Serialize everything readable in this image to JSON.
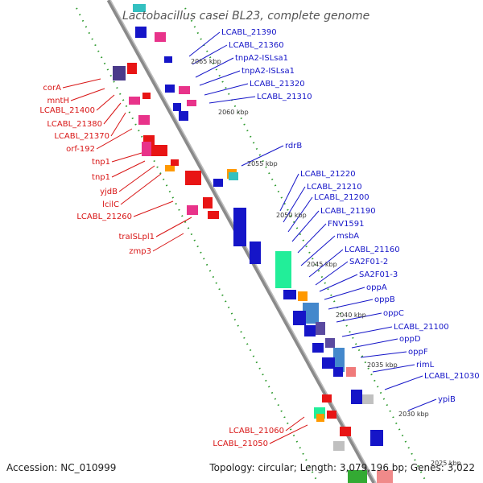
{
  "title": "Lactobacillus casei BL23, complete genome",
  "footer": {
    "accession": "Accession: NC_010999",
    "summary": "Topology: circular; Length: 3,079,196 bp; Genes: 3,022"
  },
  "colors": {
    "backbone": "#8a8a8a",
    "tick_dots": "#2e9a2e",
    "label_plus": "#1515c8",
    "label_minus": "#d81515"
  },
  "ticks": [
    "2065 kbp",
    "2060 kbp",
    "2055 kbp",
    "2050 kbp",
    "2045 kbp",
    "2040 kbp",
    "2035 kbp",
    "2030 kbp",
    "2025 kbp"
  ],
  "labels_plus": [
    "LCABL_21390",
    "LCABL_21360",
    "tnpA2-ISLsa1",
    "tnpA2-ISLsa1",
    "LCABL_21320",
    "LCABL_21310",
    "rdrB",
    "LCABL_21220",
    "LCABL_21210",
    "LCABL_21200",
    "LCABL_21190",
    "FNV1591",
    "msbA",
    "LCABL_21160",
    "SA2F01-2",
    "SA2F01-3",
    "oppA",
    "oppB",
    "oppC",
    "LCABL_21100",
    "oppD",
    "oppF",
    "rimL",
    "LCABL_21030",
    "ypiB"
  ],
  "labels_minus": [
    "corA",
    "mntH",
    "LCABL_21400",
    "LCABL_21380",
    "LCABL_21370",
    "orf-192",
    "tnp1",
    "tnp1",
    "yjdB",
    "lcilC",
    "LCABL_21260",
    "traISLpl1",
    "zmp3",
    "LCABL_21060",
    "LCABL_21050"
  ]
}
